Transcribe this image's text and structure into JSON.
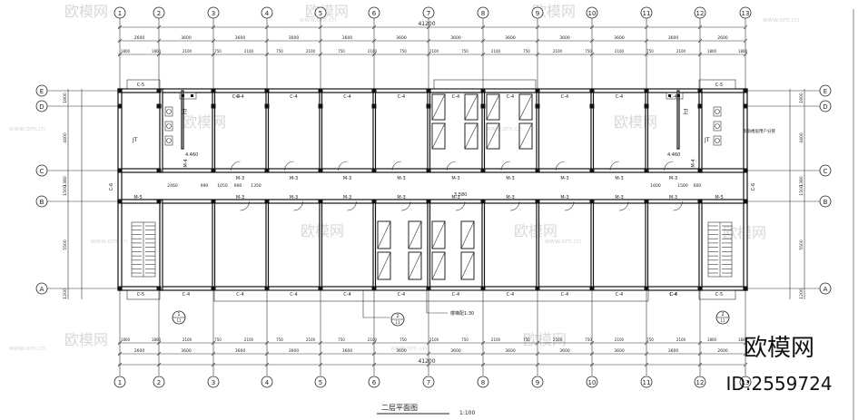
{
  "grid_numbers": [
    "1",
    "2",
    "3",
    "4",
    "5",
    "6",
    "7",
    "8",
    "9",
    "10",
    "11",
    "12",
    "13"
  ],
  "grid_letters": [
    "E",
    "D",
    "C",
    "B",
    "A"
  ],
  "total_dim": "41200",
  "top_row1": [
    "2600",
    "3600",
    "3600",
    "3600",
    "3600",
    "3600",
    "3600",
    "3600",
    "3600",
    "3600",
    "3600",
    "2600"
  ],
  "top_row2": [
    "1800",
    "1800",
    "2100",
    "750",
    "2100",
    "750",
    "2100",
    "750",
    "2100",
    "750",
    "2100",
    "750",
    "2100",
    "750",
    "2100",
    "750",
    "2100",
    "750",
    "2100",
    "1800",
    "1800"
  ],
  "bottom_row1": [
    "2600",
    "3600",
    "3600",
    "3600",
    "3600",
    "3600",
    "3600",
    "3600",
    "3600",
    "3600",
    "3600",
    "2600"
  ],
  "side_dims_left": [
    "1800",
    "4400",
    "1380",
    "1500",
    "5500",
    "1200"
  ],
  "side_dims_right": [
    "1800",
    "4400",
    "1380",
    "1500",
    "5500",
    "1200"
  ],
  "window_labels": {
    "c4": "C-4",
    "c5": "C-5",
    "c6": "C-6"
  },
  "door_labels": {
    "m3": "M-3",
    "m5": "M-5",
    "m4": "M-4"
  },
  "room_notes": {
    "wc_left": "卫",
    "wc_right": "卫",
    "elev_left": "4.460",
    "elev_right": "4.460",
    "corridor_elev": "3.580",
    "stair_right_note": "宽角楼层用户分管",
    "stair_left_label": "JT",
    "stair_right_label": "JT"
  },
  "corridor_dims_left": [
    "2460",
    "990",
    "1050",
    "900",
    "1350"
  ],
  "corridor_dims_right": [
    "1600",
    "1500",
    "600"
  ],
  "section_marks": {
    "s1": "1",
    "s2": "2",
    "s3": "2"
  },
  "section_sub": "11",
  "beam_note": "楼梯配1:30",
  "title": "二层平面图",
  "scale": "1:100",
  "watermark_text": "欧模网",
  "watermark_url": "www.om.cn",
  "brand_big": "欧模网",
  "brand_id": "ID:2559724"
}
